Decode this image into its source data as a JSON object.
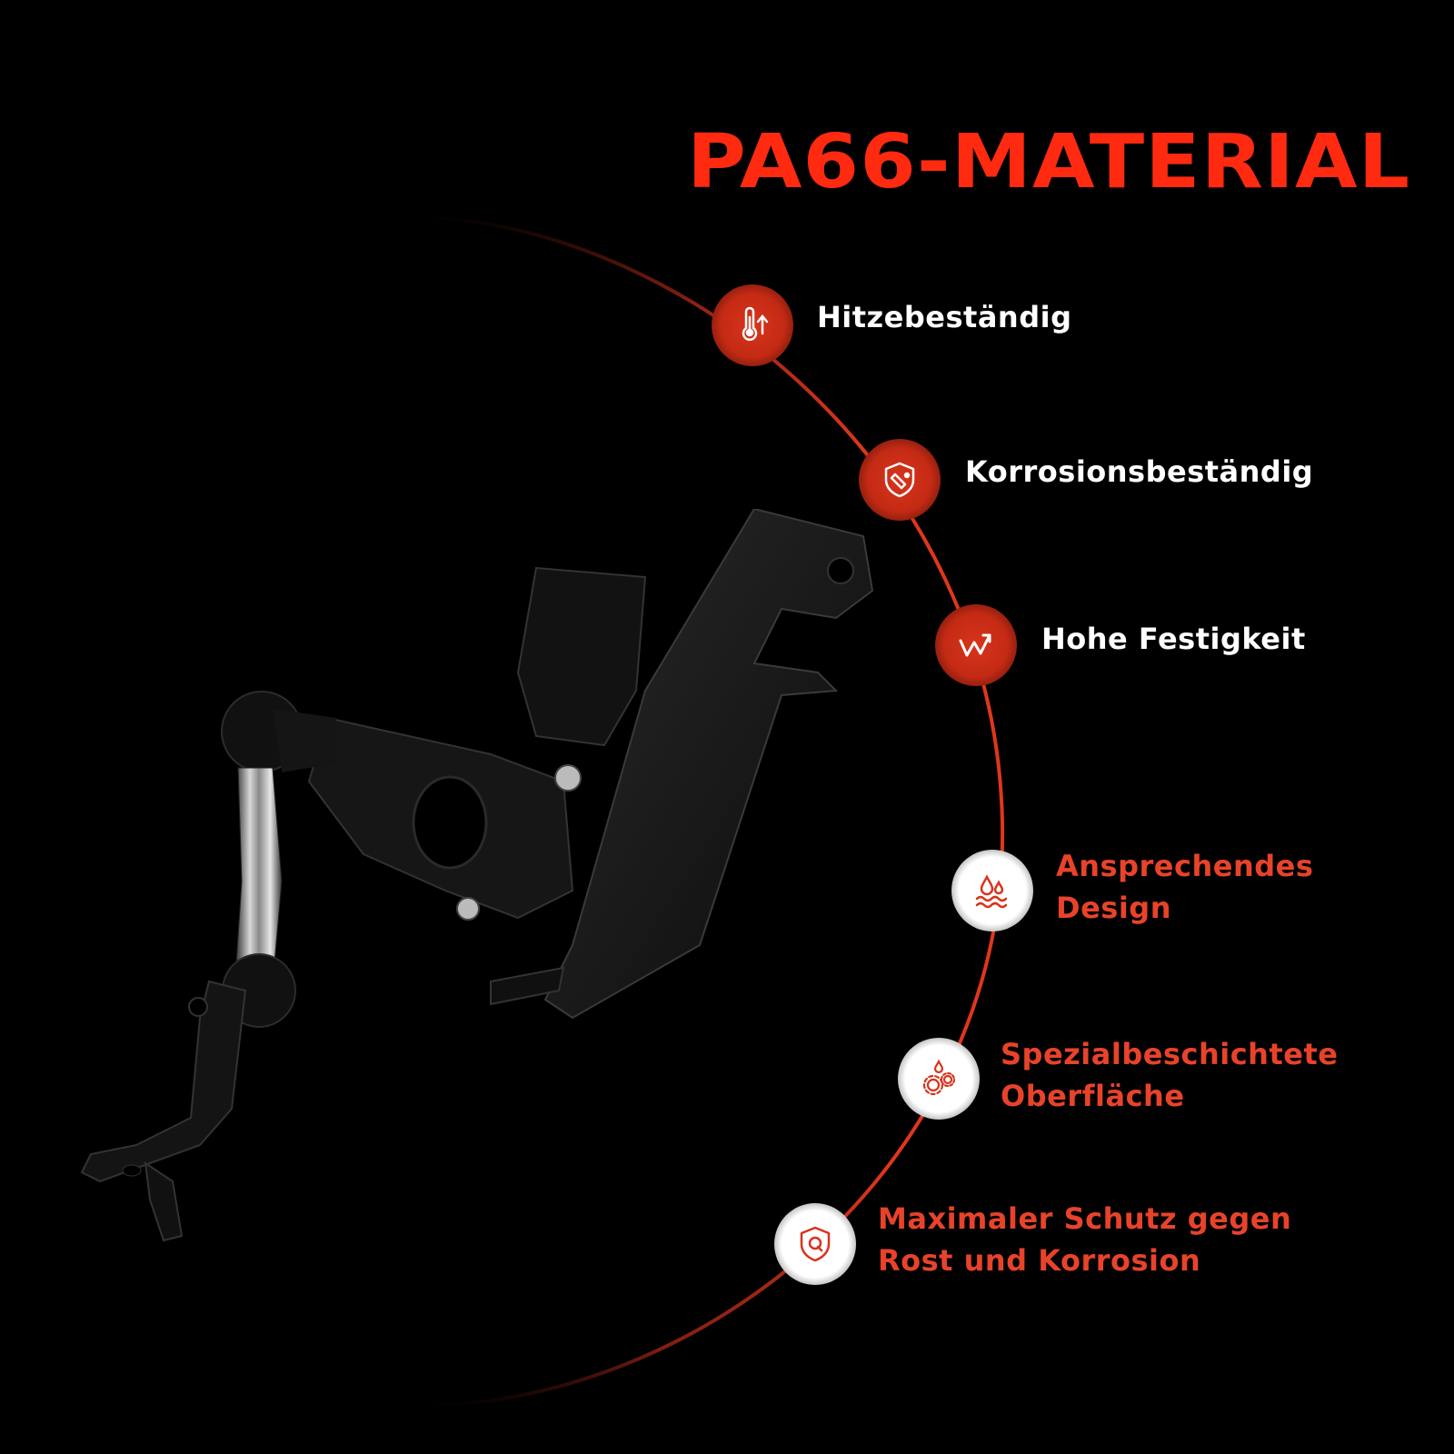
{
  "title": "PA66-MATERIAL",
  "colors": {
    "accent": "#ff2a10",
    "arc": "#d8341c",
    "feature_red_text": "#e8432a",
    "feature_white_text": "#ffffff",
    "background": "#000000"
  },
  "features": [
    {
      "lines": [
        "Hitzebeständig"
      ],
      "icon": "thermometer-up-icon",
      "style": "red-badge"
    },
    {
      "lines": [
        "Korrosionsbeständig"
      ],
      "icon": "shield-flask-icon",
      "style": "red-badge"
    },
    {
      "lines": [
        "Hohe Festigkeit"
      ],
      "icon": "trend-up-icon",
      "style": "red-badge"
    },
    {
      "lines": [
        "Ansprechendes",
        "Design"
      ],
      "icon": "water-drop-waves-icon",
      "style": "white-badge"
    },
    {
      "lines": [
        "Spezialbeschichtete",
        "Oberfläche"
      ],
      "icon": "gears-drop-icon",
      "style": "white-badge"
    },
    {
      "lines": [
        "Maximaler Schutz gegen",
        "Rost und Korrosion"
      ],
      "icon": "shield-q-icon",
      "style": "white-badge"
    }
  ]
}
